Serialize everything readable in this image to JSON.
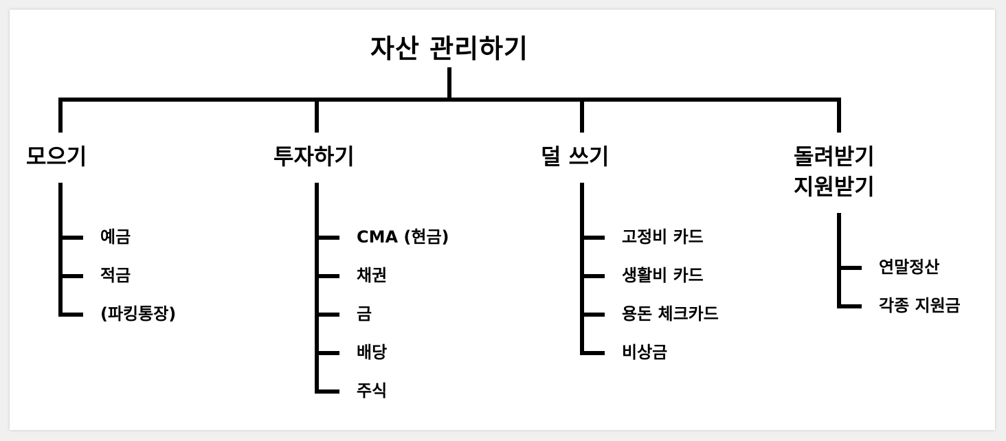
{
  "root": {
    "title": "자산 관리하기"
  },
  "branches": [
    {
      "title_lines": [
        "모으기"
      ],
      "items": [
        "예금",
        "적금",
        "(파킹통장)"
      ]
    },
    {
      "title_lines": [
        "투자하기"
      ],
      "items": [
        "CMA (현금)",
        "채권",
        "금",
        "배당",
        "주식"
      ]
    },
    {
      "title_lines": [
        "덜 쓰기"
      ],
      "items": [
        "고정비 카드",
        "생활비 카드",
        "용돈 체크카드",
        "비상금"
      ]
    },
    {
      "title_lines": [
        "돌려받기",
        "지원받기"
      ],
      "items": [
        "연말정산",
        "각종 지원금"
      ]
    }
  ]
}
